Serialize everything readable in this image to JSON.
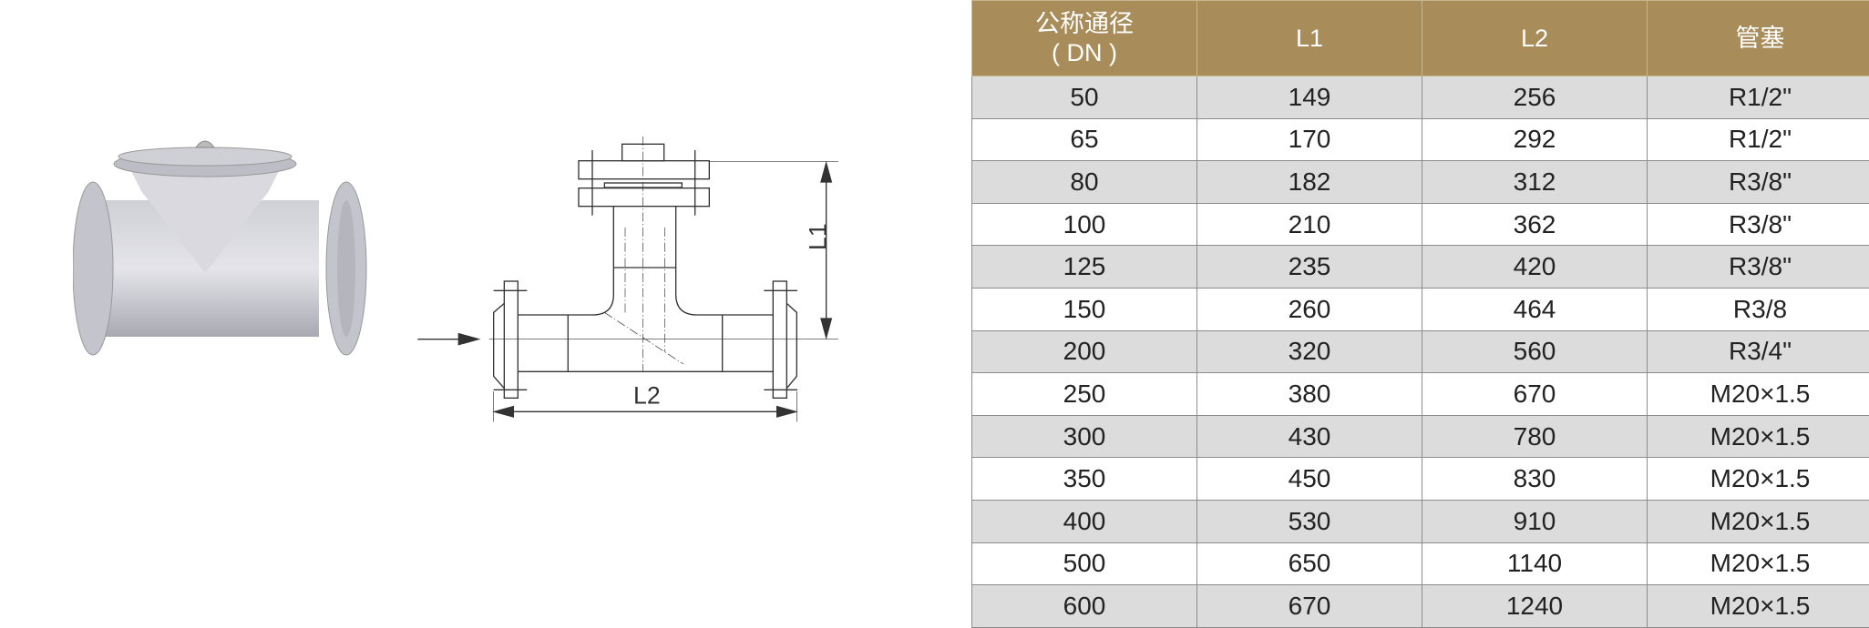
{
  "drawing": {
    "label_l1": "L1",
    "label_l2": "L2"
  },
  "table": {
    "headers": [
      "公称通径",
      "( DN )",
      "L1",
      "L2",
      "管塞"
    ],
    "rows": [
      [
        "50",
        "149",
        "256",
        "R1/2\""
      ],
      [
        "65",
        "170",
        "292",
        "R1/2\""
      ],
      [
        "80",
        "182",
        "312",
        "R3/8\""
      ],
      [
        "100",
        "210",
        "362",
        "R3/8\""
      ],
      [
        "125",
        "235",
        "420",
        "R3/8\""
      ],
      [
        "150",
        "260",
        "464",
        "R3/8"
      ],
      [
        "200",
        "320",
        "560",
        "R3/4\""
      ],
      [
        "250",
        "380",
        "670",
        "M20×1.5"
      ],
      [
        "300",
        "430",
        "780",
        "M20×1.5"
      ],
      [
        "350",
        "450",
        "830",
        "M20×1.5"
      ],
      [
        "400",
        "530",
        "910",
        "M20×1.5"
      ],
      [
        "500",
        "650",
        "1140",
        "M20×1.5"
      ],
      [
        "600",
        "670",
        "1240",
        "M20×1.5"
      ]
    ]
  },
  "colors": {
    "header_bg": "#a88c5a",
    "row_alt": "#dcdcdc"
  }
}
